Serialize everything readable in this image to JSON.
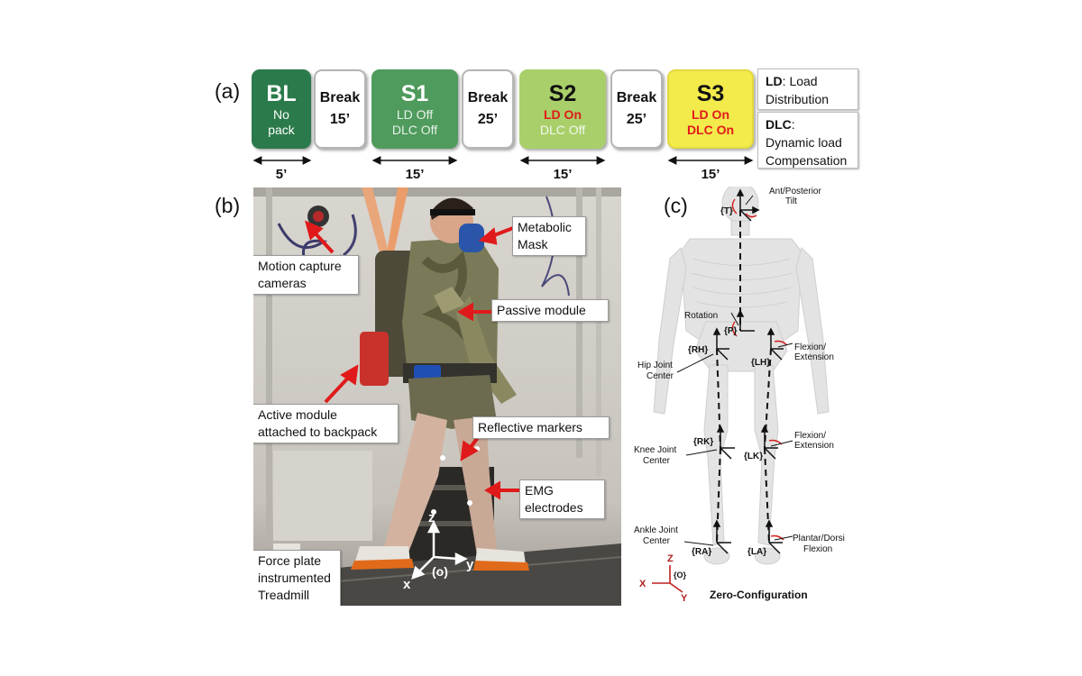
{
  "panels": {
    "a": "(a)",
    "b": "(b)",
    "c": "(c)"
  },
  "protocol": {
    "bl": {
      "title": "BL",
      "line1": "No",
      "line2": "pack",
      "color": "#2b7a4b"
    },
    "break1": {
      "line1": "Break",
      "line2": "15’"
    },
    "s1": {
      "title": "S1",
      "line1": "LD Off",
      "line2": "DLC Off",
      "color": "#4f9b5d"
    },
    "break2": {
      "line1": "Break",
      "line2": "25’"
    },
    "s2": {
      "title": "S2",
      "line1": "LD On",
      "line2": "DLC Off",
      "color": "#a9cf6a"
    },
    "break3": {
      "line1": "Break",
      "line2": "25’"
    },
    "s3": {
      "title": "S3",
      "line1": "LD On",
      "line2": "DLC On",
      "color": "#f3ea4c"
    },
    "durations": [
      "5’",
      "15’",
      "15’",
      "15’"
    ],
    "accent_red": "#e01a1a"
  },
  "legend": {
    "ld_key": "LD",
    "ld_text": ": Load",
    "ld_text2": "Distribution",
    "dlc_key": "DLC",
    "dlc_text": ":",
    "dlc_text2": "Dynamic load",
    "dlc_text3": "Compensation"
  },
  "photo_labels": {
    "motion1": "Motion capture",
    "motion2": "cameras",
    "mask1": "Metabolic",
    "mask2": "Mask",
    "passive": "Passive module",
    "active1": "Active module",
    "active2": "attached to backpack",
    "reflective": "Reflective markers",
    "emg1": "EMG",
    "emg2": "electrodes",
    "force1": "Force plate",
    "force2": "instrumented",
    "force3": "Treadmill",
    "axis_z": "z",
    "axis_y": "y",
    "axis_x": "x",
    "axis_o": "(o)"
  },
  "skeleton_labels": {
    "tilt1": "Ant/Posterior",
    "tilt2": "Tilt",
    "T": "{T}",
    "rotation": "Rotation",
    "P": "{P}",
    "hip1": "Hip Joint",
    "hip2": "Center",
    "RH": "{RH}",
    "LH": "{LH}",
    "flexext1": "Flexion/",
    "flexext2": "Extension",
    "knee1": "Knee Joint",
    "knee2": "Center",
    "RK": "{RK}",
    "LK": "{LK}",
    "flexext3": "Flexion/",
    "flexext4": "Extension",
    "ankle1": "Ankle Joint",
    "ankle2": "Center",
    "RA": "{RA}",
    "LA": "{LA}",
    "plantar1": "Plantar/Dorsi",
    "plantar2": "Flexion",
    "ax_z": "Z",
    "ax_x": "X",
    "ax_y": "Y",
    "ax_o": "{O}",
    "zero": "Zero-Configuration"
  }
}
